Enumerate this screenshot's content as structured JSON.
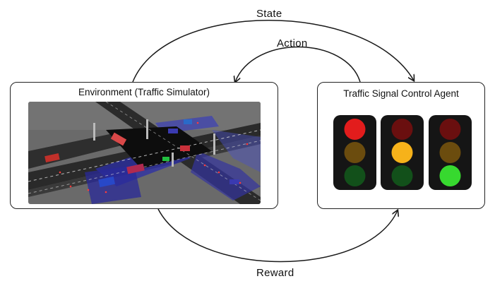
{
  "arrows": {
    "state_label": "State",
    "action_label": "Action",
    "reward_label": "Reward"
  },
  "environment": {
    "title": "Environment (Traffic Simulator)",
    "image": "traffic-intersection-3d-render"
  },
  "agent": {
    "title": "Traffic Signal Control Agent",
    "signals": [
      {
        "active": "red"
      },
      {
        "active": "yellow"
      },
      {
        "active": "green"
      }
    ]
  },
  "colors": {
    "red_on": "#e21c1c",
    "red_off": "#6a0f0f",
    "yellow_on": "#f6b21a",
    "yellow_off": "#6b4c0e",
    "green_on": "#37d92f",
    "green_off": "#12501a",
    "housing": "#151515",
    "arrow": "#1a1a1a"
  }
}
